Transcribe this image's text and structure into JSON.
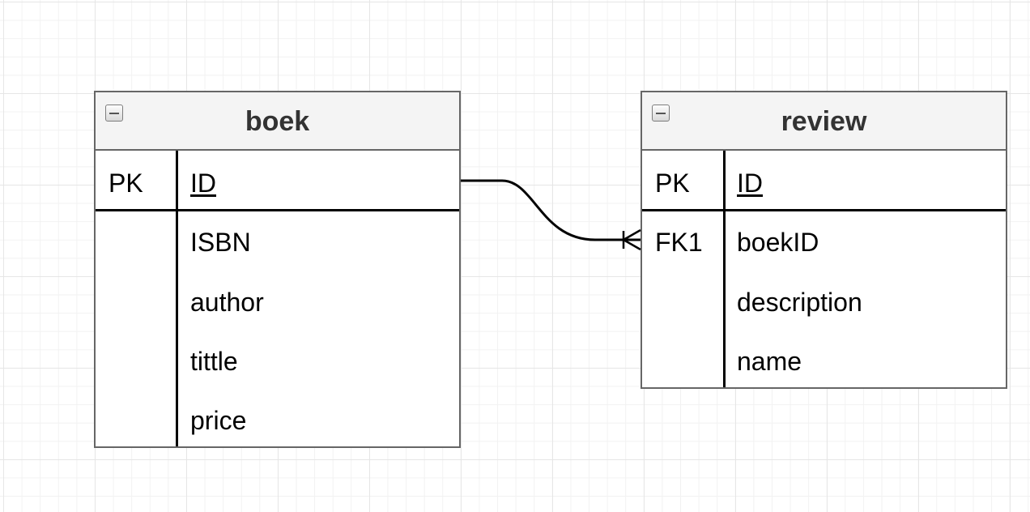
{
  "diagram": {
    "tables": [
      {
        "name": "boek",
        "primary_key": {
          "key": "PK",
          "field": "ID"
        },
        "fields": [
          {
            "key": "",
            "name": "ISBN"
          },
          {
            "key": "",
            "name": "author"
          },
          {
            "key": "",
            "name": "tittle"
          },
          {
            "key": "",
            "name": "price"
          }
        ]
      },
      {
        "name": "review",
        "primary_key": {
          "key": "PK",
          "field": "ID"
        },
        "fields": [
          {
            "key": "FK1",
            "name": "boekID"
          },
          {
            "key": "",
            "name": "description"
          },
          {
            "key": "",
            "name": "name"
          }
        ]
      }
    ],
    "relationships": [
      {
        "from": "boek.ID",
        "to": "review.boekID",
        "from_cardinality": "one",
        "to_cardinality": "many"
      }
    ],
    "colors": {
      "table_border": "#666666",
      "header_fill": "#f4f4f4",
      "title_text": "#333333",
      "divider": "#000000",
      "connector": "#000000",
      "grid_line": "#e6e6e6"
    }
  }
}
